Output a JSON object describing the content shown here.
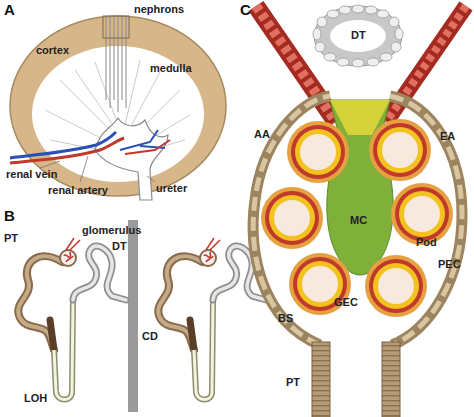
{
  "diagram": {
    "labels": [
      "A",
      "nephrons",
      "cortex",
      "medulla",
      "renal vein",
      "renal artery",
      "ureter",
      "B",
      "PT",
      "glomerulus",
      "DT",
      "CD",
      "LOH",
      "C",
      "DT",
      "AA",
      "EA",
      "PEC",
      "Pod",
      "MC",
      "GEC",
      "BS",
      "PT"
    ]
  }
}
